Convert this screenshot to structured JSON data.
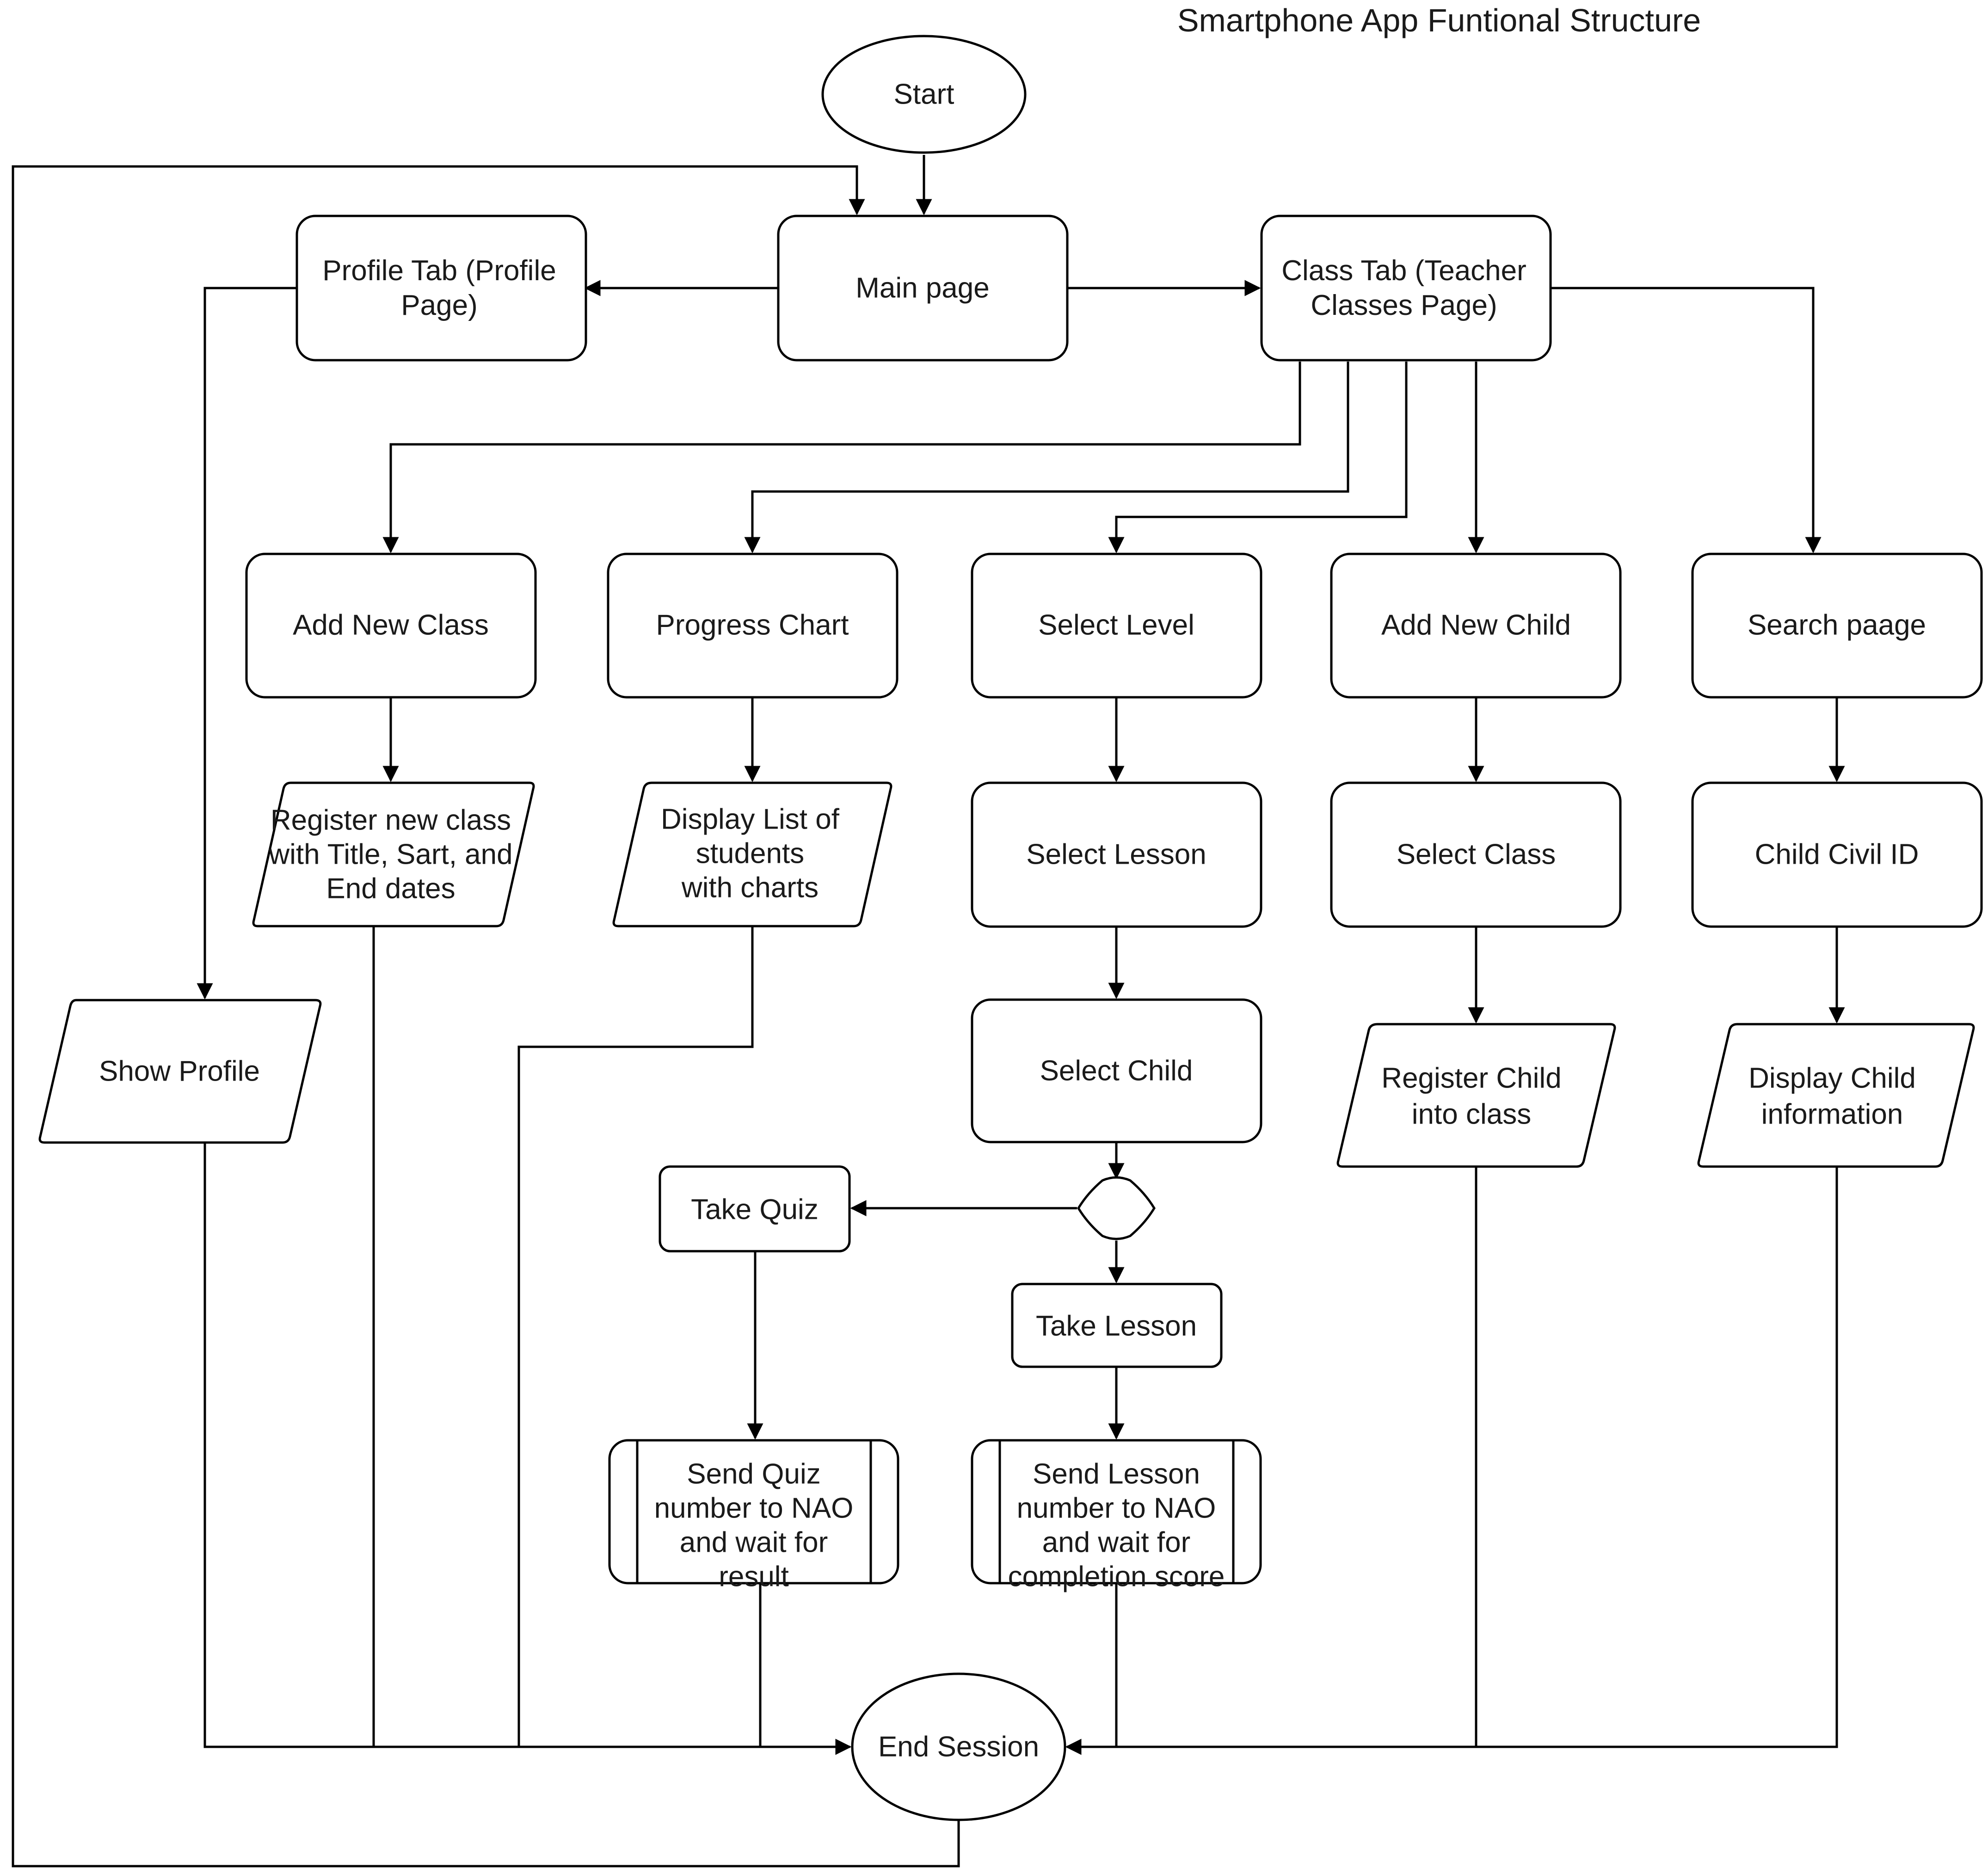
{
  "title": "Smartphone App Funtional Structure",
  "colors": {
    "stroke": "#000000",
    "text": "#1a1a1a",
    "background": "#ffffff"
  },
  "nodes": {
    "start": [
      "Start"
    ],
    "main_page": [
      "Main page"
    ],
    "profile_tab": [
      "Profile Tab (Profile",
      "Page)"
    ],
    "class_tab": [
      "Class Tab (Teacher",
      "Classes Page)"
    ],
    "add_new_class": [
      "Add New Class"
    ],
    "progress_chart": [
      "Progress Chart"
    ],
    "select_level": [
      "Select Level"
    ],
    "add_new_child": [
      "Add New Child"
    ],
    "search_page": [
      "Search paage"
    ],
    "register_class": [
      "Register new class",
      "with Title, Sart, and",
      "End dates"
    ],
    "display_list": [
      "Display List of",
      "students",
      "with charts"
    ],
    "select_lesson": [
      "Select Lesson"
    ],
    "select_class": [
      "Select Class"
    ],
    "child_civil_id": [
      "Child Civil ID"
    ],
    "show_profile": [
      "Show Profile"
    ],
    "select_child": [
      "Select Child"
    ],
    "register_child": [
      "Register Child",
      "into class"
    ],
    "display_child": [
      "Display Child",
      "information"
    ],
    "decision": [],
    "take_quiz": [
      "Take Quiz"
    ],
    "take_lesson": [
      "Take Lesson"
    ],
    "send_quiz": [
      "Send Quiz",
      "number to NAO",
      "and wait for",
      "result"
    ],
    "send_lesson": [
      "Send Lesson",
      "number to NAO",
      "and wait for",
      "completion score"
    ],
    "end_session": [
      "End Session"
    ]
  }
}
